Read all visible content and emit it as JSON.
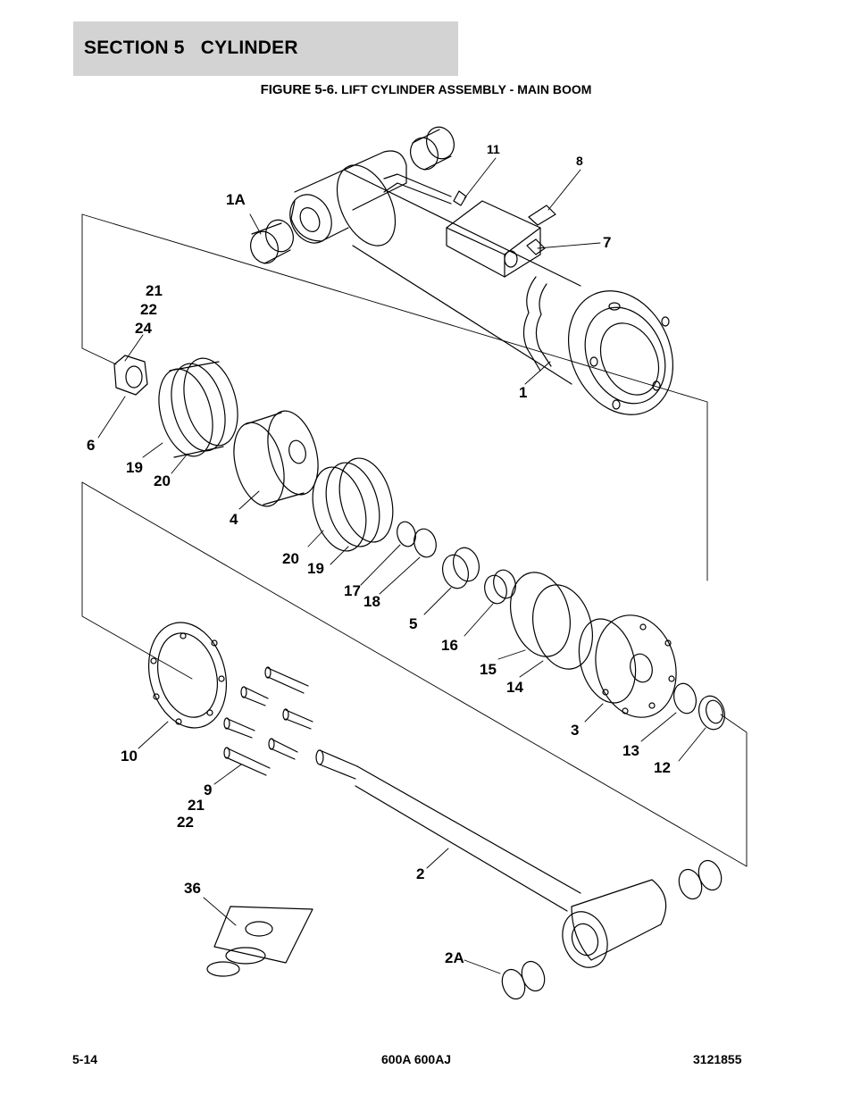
{
  "header": {
    "section_title": "SECTION 5   CYLINDER"
  },
  "figure": {
    "number": "FIGURE 5-6.",
    "title": "LIFT CYLINDER ASSEMBLY - MAIN BOOM"
  },
  "callouts": {
    "c11": "11",
    "c8": "8",
    "c1A": "1A",
    "c7": "7",
    "c21a": "21",
    "c22a": "22",
    "c24": "24",
    "c1": "1",
    "c6": "6",
    "c19a": "19",
    "c20a": "20",
    "c4": "4",
    "c20b": "20",
    "c19b": "19",
    "c17": "17",
    "c18": "18",
    "c5": "5",
    "c16": "16",
    "c15": "15",
    "c14": "14",
    "c3": "3",
    "c13": "13",
    "c12": "12",
    "c10": "10",
    "c9": "9",
    "c21b": "21",
    "c22b": "22",
    "c2": "2",
    "c36": "36",
    "c2A": "2A"
  },
  "footer": {
    "page": "5-14",
    "model": "600A 600AJ",
    "doc_number": "3121855"
  }
}
